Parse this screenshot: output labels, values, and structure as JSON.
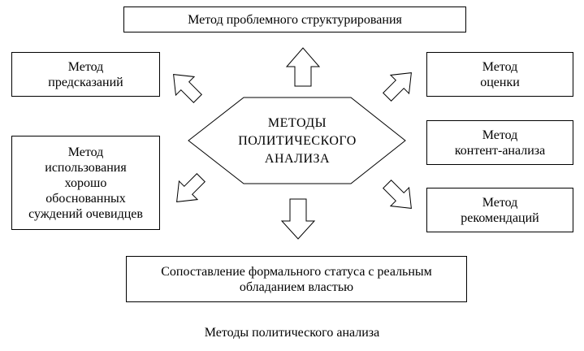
{
  "center": {
    "label": "МЕТОДЫ\nПОЛИТИЧЕСКОГО\nАНАЛИЗА"
  },
  "boxes": {
    "top": "Метод проблемного структурирования",
    "predictions": "Метод\nпредсказаний",
    "evaluation": "Метод\nоценки",
    "eyewitness": "Метод\nиспользования\nхорошо\nобоснованных\nсуждений очевидцев",
    "content_analysis": "Метод\nконтент-анализа",
    "recommendations": "Метод\nрекомендаций",
    "bottom": "Сопоставление формального статуса с реальным\nобладанием властью"
  },
  "caption": "Методы политического анализа"
}
